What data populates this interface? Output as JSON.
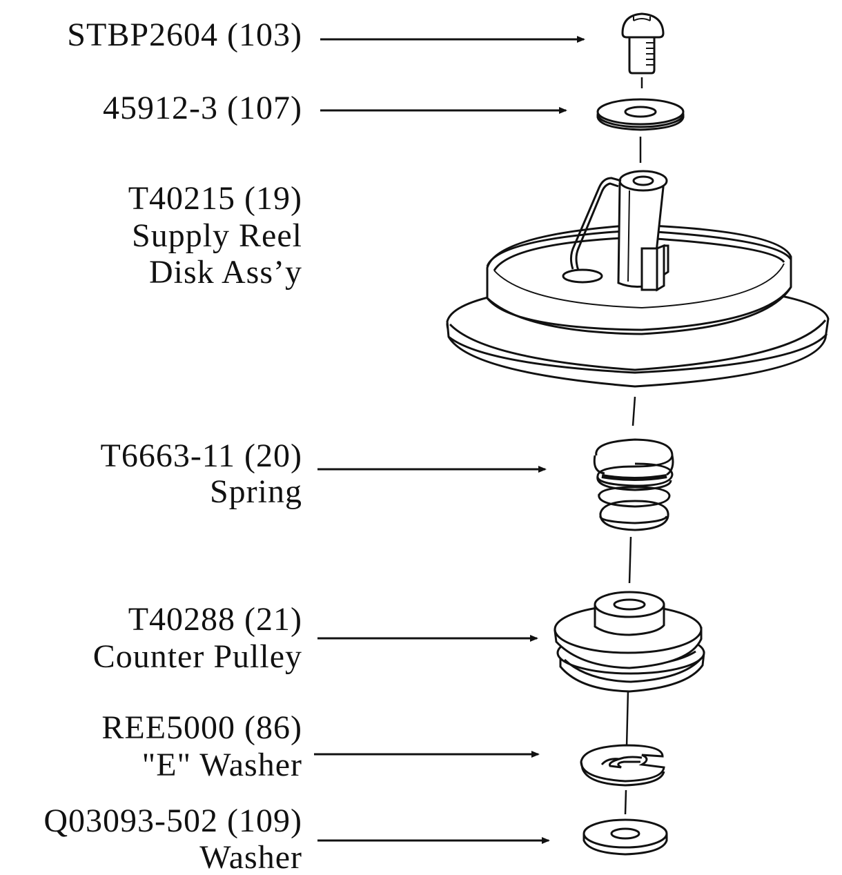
{
  "parts": [
    {
      "id": "screw",
      "line1": "STBP2604 (103)",
      "line2": ""
    },
    {
      "id": "washer-top",
      "line1": "45912-3 (107)",
      "line2": ""
    },
    {
      "id": "reel-disk",
      "line1": "T40215 (19)",
      "line2": "Supply Reel",
      "line3": "Disk Ass’y"
    },
    {
      "id": "spring",
      "line1": "T6663-11 (20)",
      "line2": "Spring"
    },
    {
      "id": "pulley",
      "line1": "T40288 (21)",
      "line2": "Counter Pulley"
    },
    {
      "id": "e-washer",
      "line1": "REE5000 (86)",
      "line2": "\"E\" Washer"
    },
    {
      "id": "washer-bottom",
      "line1": "Q03093-502 (109)",
      "line2": "Washer"
    }
  ]
}
